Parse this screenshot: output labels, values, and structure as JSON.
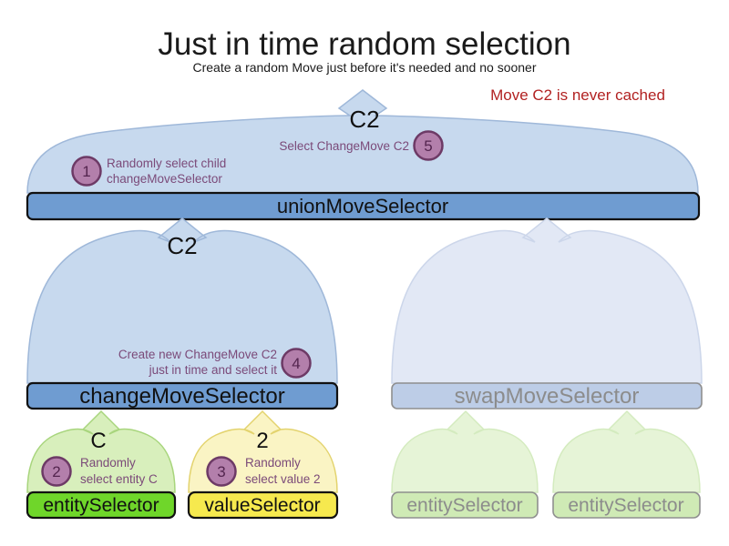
{
  "header": {
    "title": "Just in time random selection",
    "subtitle": "Create a random Move just before it's needed and no sooner"
  },
  "annotations": {
    "warning": "Move C2 is never cached"
  },
  "arch_labels": {
    "union_move": "C2",
    "change_move": "C2",
    "entity": "C",
    "value": "2"
  },
  "bars": {
    "union": "unionMoveSelector",
    "change": "changeMoveSelector",
    "swap": "swapMoveSelector",
    "entity": "entitySelector",
    "value": "valueSelector",
    "entity_faded_left": "entitySelector",
    "entity_faded_right": "entitySelector"
  },
  "steps": {
    "1": {
      "number": "1",
      "line1": "Randomly select child",
      "line2": "changeMoveSelector"
    },
    "2": {
      "number": "2",
      "line1": "Randomly",
      "line2": "select entity C"
    },
    "3": {
      "number": "3",
      "line1": "Randomly",
      "line2": "select value 2"
    },
    "4": {
      "number": "4",
      "line1": "Create new ChangeMove C2",
      "line2": "just in time and select it"
    },
    "5": {
      "number": "5",
      "line1": "Select ChangeMove C2"
    }
  },
  "palette": {
    "active_arch_fill": "#c7d9ee",
    "active_arch_stroke": "#9fb8d9",
    "faded_arch_fill": "#e2e8f5",
    "bar_blue_fill": "#6f9cd1",
    "faded_bar_blue_fill": "#bdcde7",
    "entity_green_fill": "#6fd62a",
    "value_yellow_fill": "#f6e94e",
    "green_arch_fill": "#d8efbc",
    "yellow_arch_fill": "#faf4c4",
    "faded_green_arch_fill": "#e6f4d7",
    "faded_green_bar_fill": "#cfeab5",
    "step_circle_fill": "#b37fab",
    "step_circle_stroke": "#6d3a66",
    "step_text_color": "#7b4a79",
    "warning_color": "#b22222"
  }
}
